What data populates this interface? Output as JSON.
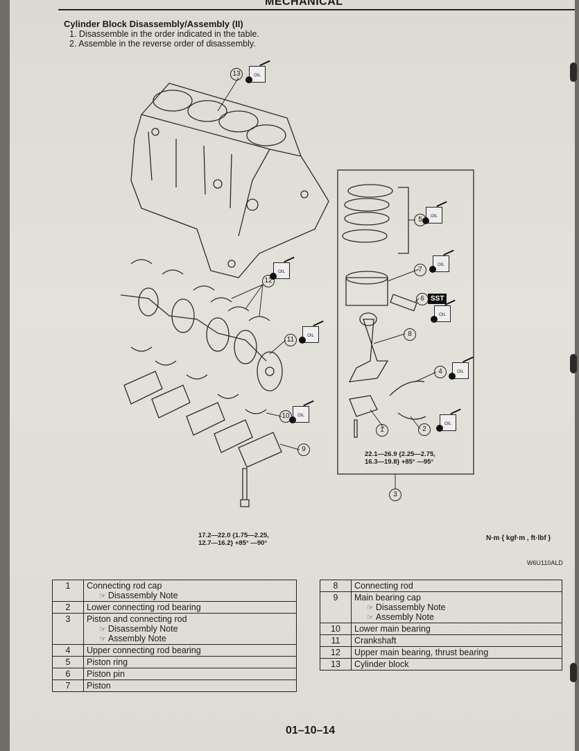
{
  "header": {
    "section": "MECHANICAL"
  },
  "title": "Cylinder Block Disassembly/Assembly (II)",
  "steps": [
    "1. Disassemble in the order indicated in the table.",
    "2. Assemble in the reverse order of disassembly."
  ],
  "callouts": [
    "1",
    "2",
    "3",
    "4",
    "5",
    "6",
    "7",
    "8",
    "9",
    "10",
    "11",
    "12",
    "13"
  ],
  "oil_label": "OIL",
  "sst_label": "SST",
  "torque_block": [
    "17.2—22.0 {1.75—2.25,",
    "12.7—16.2} +85° —90°"
  ],
  "torque_rod": [
    "22.1—26.9 {2.25—2.75,",
    "16.3—19.8} +85° —95°"
  ],
  "units": "N·m { kgf·m , ft·lbf }",
  "figure_code": "W6U110ALD",
  "note_disassembly": "Disassembly Note",
  "note_assembly": "Assembly Note",
  "table_left": [
    {
      "num": "1",
      "name": "Connecting rod cap",
      "notes": [
        "Disassembly Note"
      ]
    },
    {
      "num": "2",
      "name": "Lower connecting rod bearing",
      "notes": []
    },
    {
      "num": "3",
      "name": "Piston and connecting rod",
      "notes": [
        "Disassembly Note",
        "Assembly Note"
      ]
    },
    {
      "num": "4",
      "name": "Upper connecting rod bearing",
      "notes": []
    },
    {
      "num": "5",
      "name": "Piston ring",
      "notes": []
    },
    {
      "num": "6",
      "name": "Piston pin",
      "notes": []
    },
    {
      "num": "7",
      "name": "Piston",
      "notes": []
    }
  ],
  "table_right": [
    {
      "num": "8",
      "name": "Connecting rod",
      "notes": []
    },
    {
      "num": "9",
      "name": "Main bearing cap",
      "notes": [
        "Disassembly Note",
        "Assembly Note"
      ]
    },
    {
      "num": "10",
      "name": "Lower main bearing",
      "notes": []
    },
    {
      "num": "11",
      "name": "Crankshaft",
      "notes": []
    },
    {
      "num": "12",
      "name": "Upper main bearing, thrust bearing",
      "notes": []
    },
    {
      "num": "13",
      "name": "Cylinder block",
      "notes": []
    }
  ],
  "page_number": "01–10–14"
}
